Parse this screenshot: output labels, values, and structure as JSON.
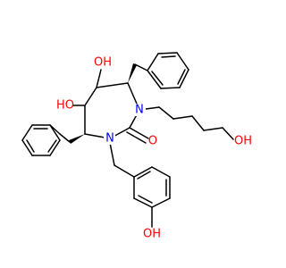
{
  "atom_labels": {
    "oh_upper": "OH",
    "ho_left": "HO",
    "n_top": "N",
    "n_bottom": "N",
    "carbonyl_o": "O",
    "oh_chain": "OH",
    "oh_phenol": "OH"
  },
  "colors": {
    "heteroatom_red": "#ff0000",
    "nitrogen_blue": "#0000ff",
    "bond": "#000000"
  }
}
